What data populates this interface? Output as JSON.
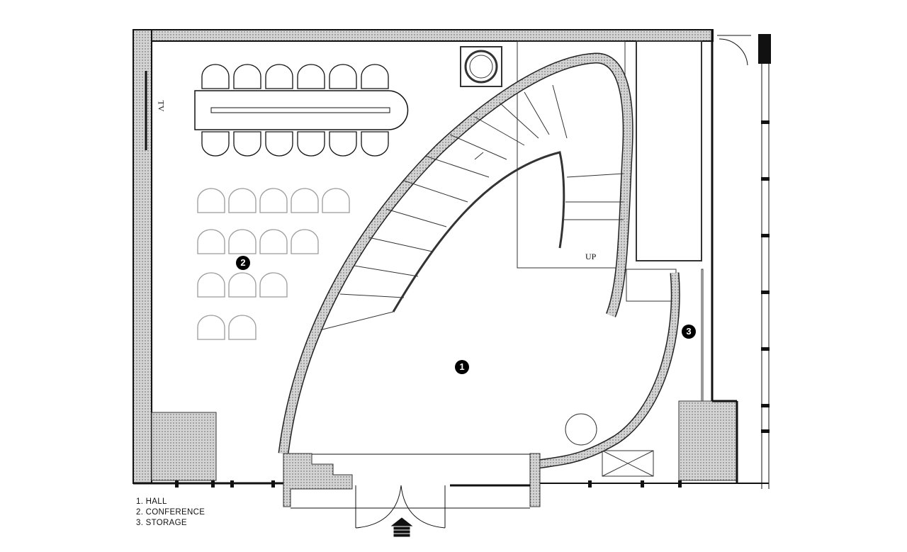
{
  "title": "Floor plan",
  "legend": {
    "items": [
      "1. HALL",
      "2. CONFERENCE",
      "3. STORAGE"
    ]
  },
  "markers": {
    "hall": "1",
    "conference": "2",
    "storage": "3"
  },
  "labels": {
    "tv": "TV",
    "up": "UP"
  },
  "furniture": {
    "table_chairs_per_side": 6,
    "loose_chair_rows": [
      5,
      4,
      3,
      2
    ]
  },
  "colors": {
    "wall_fill": "#c8c8c8",
    "line": "#111111",
    "light_line": "#9a9a9a"
  }
}
